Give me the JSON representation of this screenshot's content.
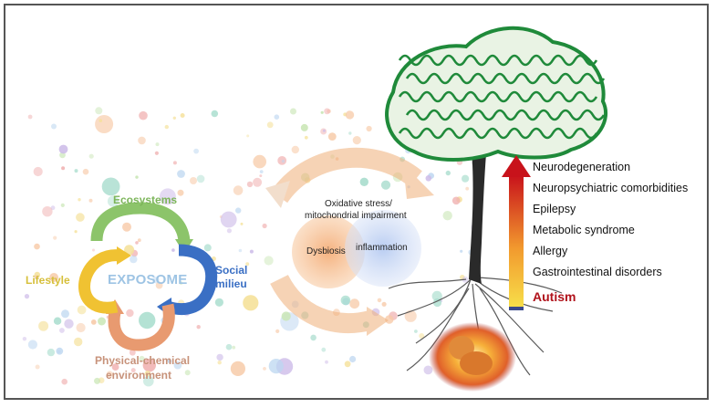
{
  "exposome": {
    "center": "EXPOSOME",
    "ecosystems": "Ecosystems",
    "lifestyle": "Lifestyle",
    "social_line1": "Social",
    "social_line2": "milieu",
    "physical_line1": "Physical-chemical",
    "physical_line2": "environment"
  },
  "mechanisms": {
    "oxidative_line1": "Oxidative stress/",
    "oxidative_line2": "mitochondrial impairment",
    "dysbiosis": "Dysbiosis",
    "inflammation": "inflammation"
  },
  "progression": {
    "items": [
      "Neurodegeneration",
      "Neuropsychiatric comorbidities",
      "Epilepsy",
      "Metabolic syndrome",
      "Allergy",
      "Gastrointestinal disorders"
    ],
    "base": "Autism"
  },
  "colors": {
    "ecosystems": "#7cb55a",
    "social": "#3a6fc4",
    "physical": "#e08a5a",
    "lifestyle": "#f0c232",
    "autism": "#b0121b",
    "brain": "#1f8a3a"
  }
}
